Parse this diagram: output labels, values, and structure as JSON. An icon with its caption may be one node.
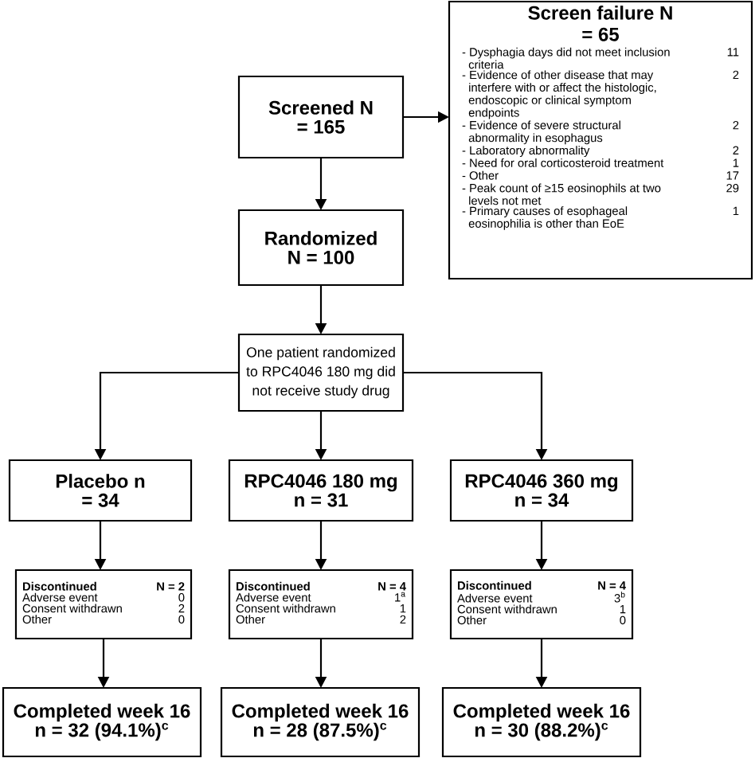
{
  "diagram": {
    "nodes": [
      {
        "text": [
          "Screened N = 165"
        ]
      },
      {
        "text": [
          "Screen failure N = 65",
          "- Dysphagia days did not meet inclusion criteria",
          "11",
          "- Evidence of other disease that may interfere with or affect the histologic, endoscopic or clinical symptom endpoints",
          "2",
          "- Evidence of severe structural abnormality in esophagus",
          "2",
          "- Laboratory abnormality",
          "2",
          "- Need for oral corticosteroid treatment",
          "1",
          "- Other",
          "17",
          "- Peak count of ≥15 eosinophils at two levels not met",
          "29",
          "- Primary causes of esophageal eosinophilia is other than EoE",
          "1"
        ]
      },
      {
        "text": [
          "Randomized N = 100"
        ]
      },
      {
        "text": [
          "One patient randomized to RPC4046 180 mg did not receive study drug"
        ]
      },
      {
        "text": [
          "Placebo n = 34"
        ]
      },
      {
        "text": [
          "RPC4046 180 mg n = 31"
        ]
      },
      {
        "text": [
          "RPC4046 360 mg n = 34"
        ]
      },
      {
        "text": [
          "Discontinued",
          "N = 2",
          "Adverse event",
          "0",
          "Consent withdrawn",
          "2",
          "Other",
          "0"
        ]
      },
      {
        "text": [
          "Discontinued",
          "N = 4",
          "Adverse event",
          "1$^{a}$",
          "Consent withdrawn",
          "1",
          "Other",
          "2"
        ]
      },
      {
        "text": [
          "Discontinued",
          "N = 4",
          "Adverse event",
          "3$^{b}$",
          "Consent withdrawn",
          "1",
          "Other",
          "0"
        ]
      },
      {
        "text": [
          "Completed week 16 n = 32 (94.1%)$^{c}$"
        ]
      },
      {
        "text": [
          "Completed week 16 n = 28 (87.5%)$^{c}$"
        ]
      },
      {
        "text": [
          "Completed week 16 n = 30 (88.2%)$^{c}$"
        ]
      }
    ],
    "edges": [
      {
        "from": 0,
        "to": 1,
        "arrow": "to"
      },
      {
        "from": 0,
        "to": 2,
        "arrow": "to"
      },
      {
        "from": 2,
        "to": 3,
        "arrow": "to"
      },
      {
        "from": 3,
        "to": 4,
        "arrow": "to"
      },
      {
        "from": 3,
        "to": 5,
        "arrow": "to"
      },
      {
        "from": 3,
        "to": 6,
        "arrow": "to"
      },
      {
        "from": 4,
        "to": 7,
        "arrow": "to"
      },
      {
        "from": 5,
        "to": 8,
        "arrow": "to"
      },
      {
        "from": 6,
        "to": 9,
        "arrow": "to"
      },
      {
        "from": 7,
        "to": 10,
        "arrow": "to"
      },
      {
        "from": 8,
        "to": 11,
        "arrow": "to"
      },
      {
        "from": 9,
        "to": 12,
        "arrow": "to"
      }
    ]
  }
}
